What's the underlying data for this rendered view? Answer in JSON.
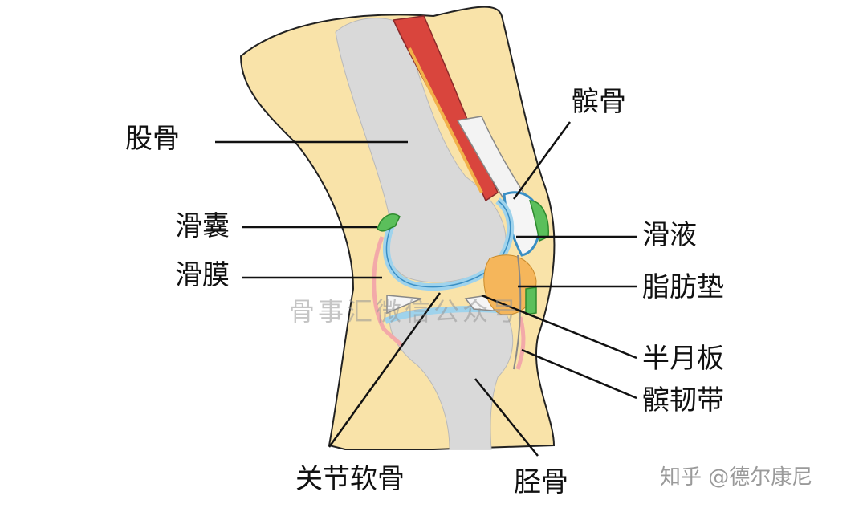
{
  "labels": {
    "femur": "股骨",
    "bursa": "滑囊",
    "synovium": "滑膜",
    "cartilage": "关节软骨",
    "tibia": "胫骨",
    "patella": "髌骨",
    "synovial_fluid": "滑液",
    "fat_pad": "脂肪垫",
    "meniscus": "半月板",
    "patellar_ligament": "髌韧带"
  },
  "watermark": "骨事汇微信公众号",
  "credit": "知乎 @德尔康尼",
  "colors": {
    "skin": "#f9e3a9",
    "bone": "#d9d9d9",
    "muscle": "#d9453d",
    "tendon": "#f2b24a",
    "cartilage": "#9fd3ec",
    "cartilage_outline": "#3a8fc4",
    "bursa": "#5bbf5b",
    "fat_pad": "#f5b65b",
    "synovium": "#f3a9a9"
  }
}
